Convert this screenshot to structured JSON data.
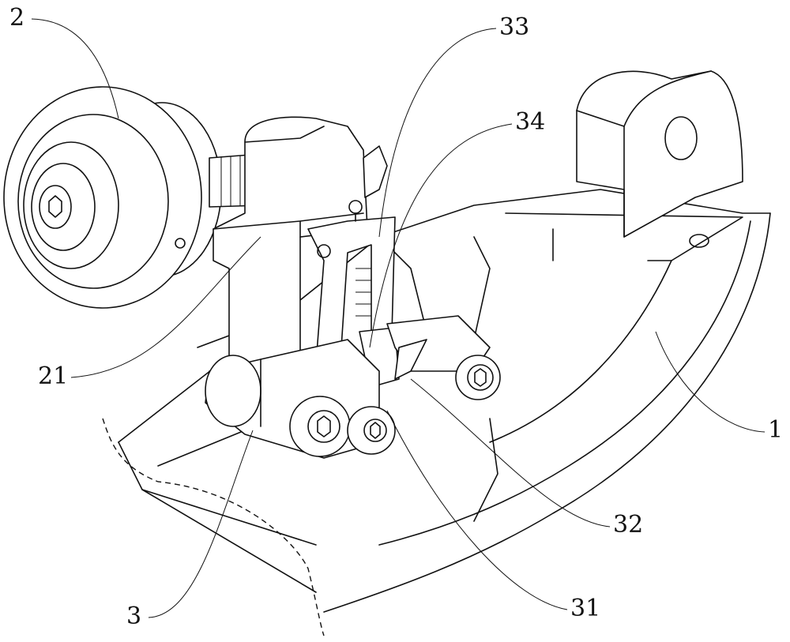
{
  "figure": {
    "labels": {
      "frame": "1",
      "wheel": "2",
      "bracket": "21",
      "assembly": "3",
      "pivot_link": "31",
      "pawl": "32",
      "spring_housing": "33",
      "latch": "34"
    }
  }
}
